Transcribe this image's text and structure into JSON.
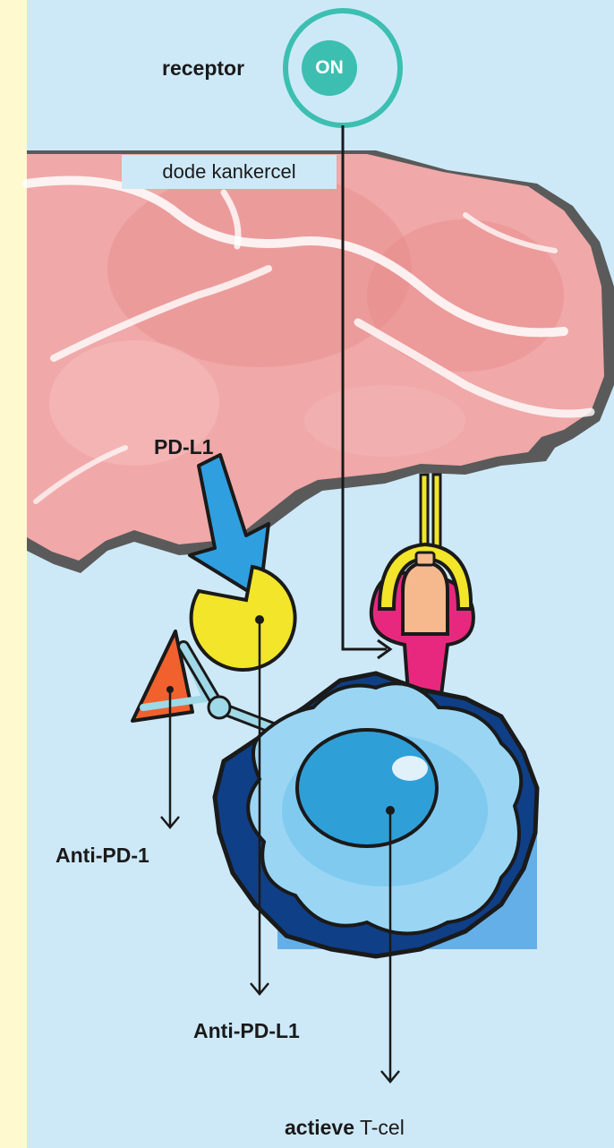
{
  "labels": {
    "receptor": "receptor",
    "on_badge": "ON",
    "dead_cancer_cell": "dode kankercel",
    "pd_l1": "PD-L1",
    "anti_pd_1": "Anti-PD-1",
    "anti_pd_l1": "Anti-PD-L1",
    "t_cell_bold": "actieve",
    "t_cell_rest": " T-cel"
  },
  "colors": {
    "background": "#cde9f8",
    "sidebar": "#fff9cf",
    "cancer_cell": "#f0a8a8",
    "cancer_edge": "#5a5a5a",
    "receptor_ring": "#3cbfb0",
    "pd_l1_arrow": "#2f9fe0",
    "antibody_circle": "#f2e52a",
    "anti_pd1_triangle": "#f0612e",
    "receptor_body": "#e8287e",
    "t_cell_outer": "#9ad6f4",
    "t_cell_nucleus": "#2f9fd8",
    "t_cell_shadow": "#0f3f86"
  },
  "icons": [
    "receptor-on-icon",
    "pd-l1-arrow-icon",
    "anti-pd-l1-circle-icon",
    "anti-pd-1-triangle-icon",
    "t-cell-icon",
    "cancer-cell-icon"
  ]
}
